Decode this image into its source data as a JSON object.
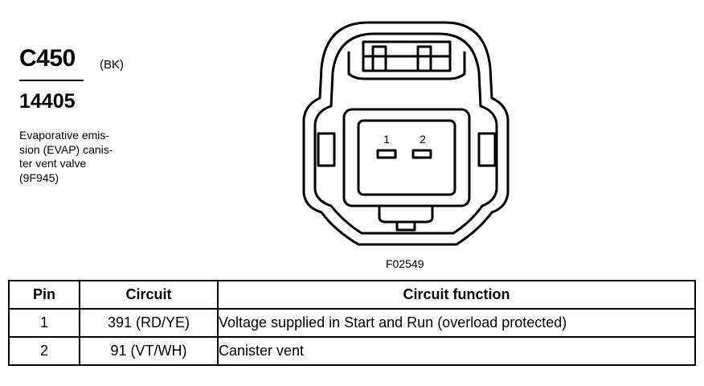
{
  "connector": {
    "id": "C450",
    "color": "(BK)",
    "part_number": "14405",
    "description_lines": [
      "Evaporative emis-",
      "sion (EVAP) canis-",
      "ter vent valve",
      "(9F945)"
    ]
  },
  "diagram": {
    "pin_labels": [
      "1",
      "2"
    ],
    "figure_id": "F02549"
  },
  "table": {
    "headers": [
      "Pin",
      "Circuit",
      "Circuit function"
    ],
    "rows": [
      [
        "1",
        "391 (RD/YE)",
        "Voltage supplied in Start and Run (overload protected)"
      ],
      [
        "2",
        "91 (VT/WH)",
        "Canister vent"
      ]
    ]
  }
}
